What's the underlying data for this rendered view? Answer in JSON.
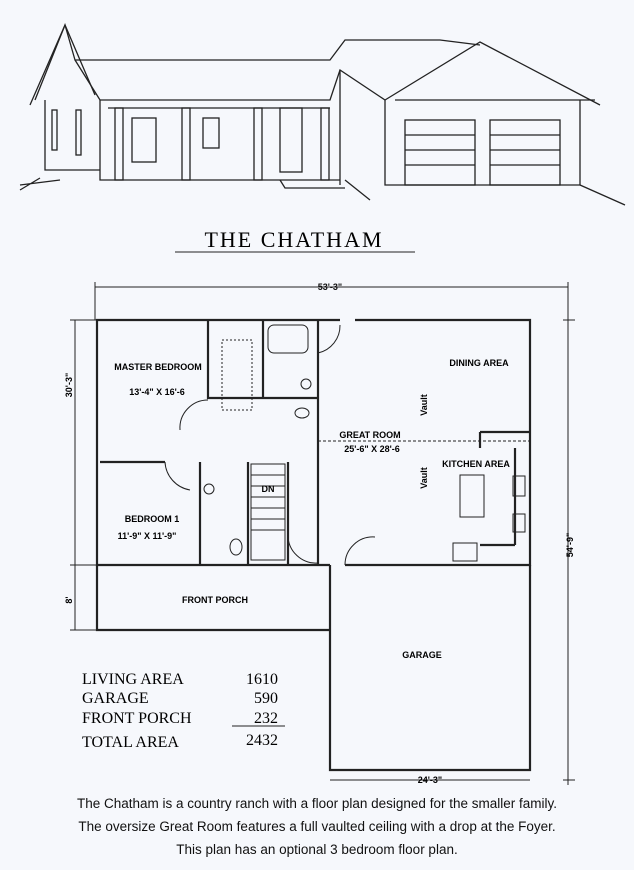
{
  "title": "THE CHATHAM",
  "dimensions": {
    "overall_width": "53'-3\"",
    "overall_depth": "54'-9\"",
    "main_depth": "30'-3\"",
    "porch_depth": "8'",
    "garage_width": "24'-3\""
  },
  "rooms": {
    "master": {
      "name": "MASTER BEDROOM",
      "size": "13'-4\" X 16'-6"
    },
    "bedroom1": {
      "name": "BEDROOM 1",
      "size": "11'-9\" X 11'-9\""
    },
    "great_room": {
      "name": "GREAT ROOM",
      "size": "25'-6\" X 28'-6"
    },
    "dining": "DINING AREA",
    "kitchen": "KITCHEN AREA",
    "vault": "Vault",
    "stair": "DN",
    "porch": "FRONT PORCH",
    "garage": "GARAGE"
  },
  "areas": [
    {
      "label": "LIVING AREA",
      "value": "1610"
    },
    {
      "label": "GARAGE",
      "value": "590"
    },
    {
      "label": "FRONT PORCH",
      "value": "232"
    },
    {
      "label": "TOTAL AREA",
      "value": "2432"
    }
  ],
  "caption": [
    "The Chatham is a country ranch with a floor plan designed for the smaller family.",
    "The oversize Great Room features a full vaulted ceiling with a drop at the Foyer.",
    "This plan has an optional 3 bedroom floor plan."
  ]
}
